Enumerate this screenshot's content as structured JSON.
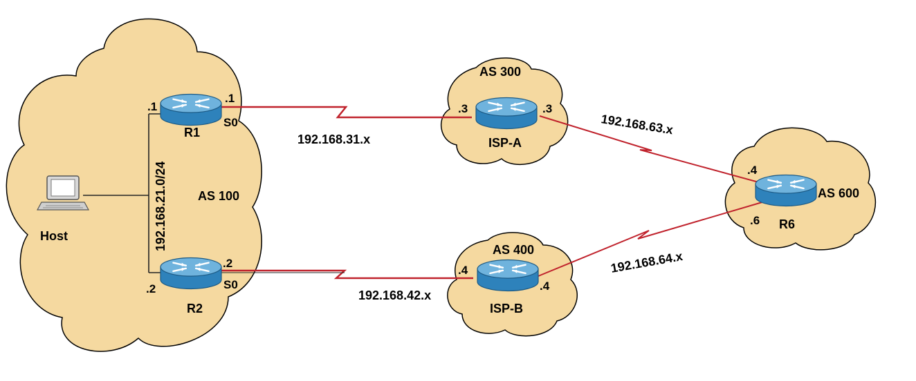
{
  "colors": {
    "cloud_fill": "#f5d9a0",
    "cloud_stroke": "#000000",
    "wan_link": "#c0222c",
    "lan_line": "#222222",
    "router_top": "#6fb3dd",
    "router_body": "#2e82bb"
  },
  "as100": {
    "label": "AS 100",
    "lan_subnet": "192.168.21.0/24",
    "host": {
      "label": "Host",
      "icon": "computer-icon"
    },
    "r1": {
      "label": "R1",
      "icon": "router-icon",
      "lan_ip": ".1",
      "serial_ip": ".1",
      "serial_if": "S0"
    },
    "r2": {
      "label": "R2",
      "icon": "router-icon",
      "lan_ip": ".2",
      "serial_ip": ".2",
      "serial_if": "S0"
    }
  },
  "as300": {
    "label": "AS 300",
    "router": {
      "label": "ISP-A",
      "icon": "router-icon",
      "ip_left": ".3",
      "ip_right": ".3"
    }
  },
  "as400": {
    "label": "AS 400",
    "router": {
      "label": "ISP-B",
      "icon": "router-icon",
      "ip_left": ".4",
      "ip_right": ".4"
    }
  },
  "as600": {
    "label": "AS 600",
    "router": {
      "label": "R6",
      "icon": "router-icon",
      "ip_top": ".4",
      "ip_bottom": ".6"
    }
  },
  "links": {
    "r1_ispa": "192.168.31.x",
    "r2_ispb": "192.168.42.x",
    "ispa_r6": "192.168.63.x",
    "ispb_r6": "192.168.64.x"
  }
}
